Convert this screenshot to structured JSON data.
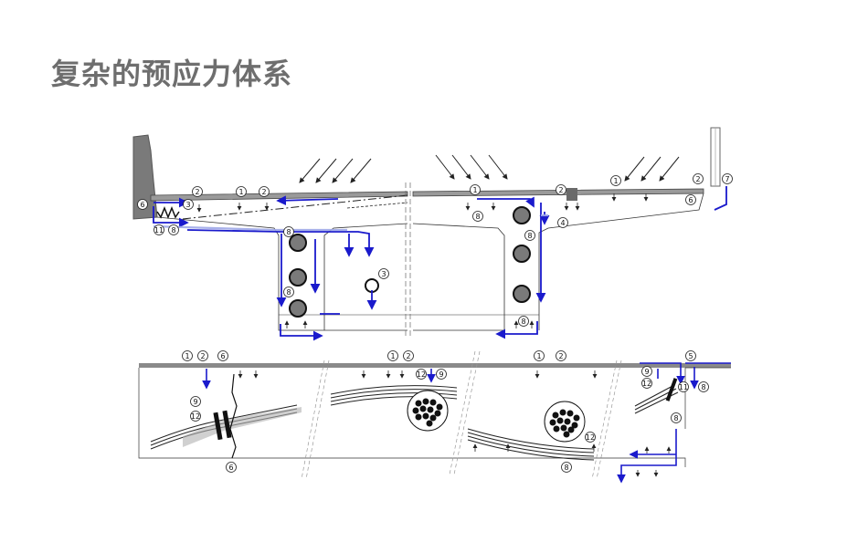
{
  "slide": {
    "title": "复杂的预应力体系"
  },
  "colors": {
    "flow": "#1a1acc",
    "concrete": "#7a7a7a",
    "line": "#222222",
    "title": "#6e6e6e"
  },
  "labels": {
    "n1": "1",
    "n2": "2",
    "n3": "3",
    "n4": "4",
    "n5": "5",
    "n6": "6",
    "n7": "7",
    "n8": "8",
    "n9": "9",
    "n11": "11",
    "n12": "12"
  }
}
